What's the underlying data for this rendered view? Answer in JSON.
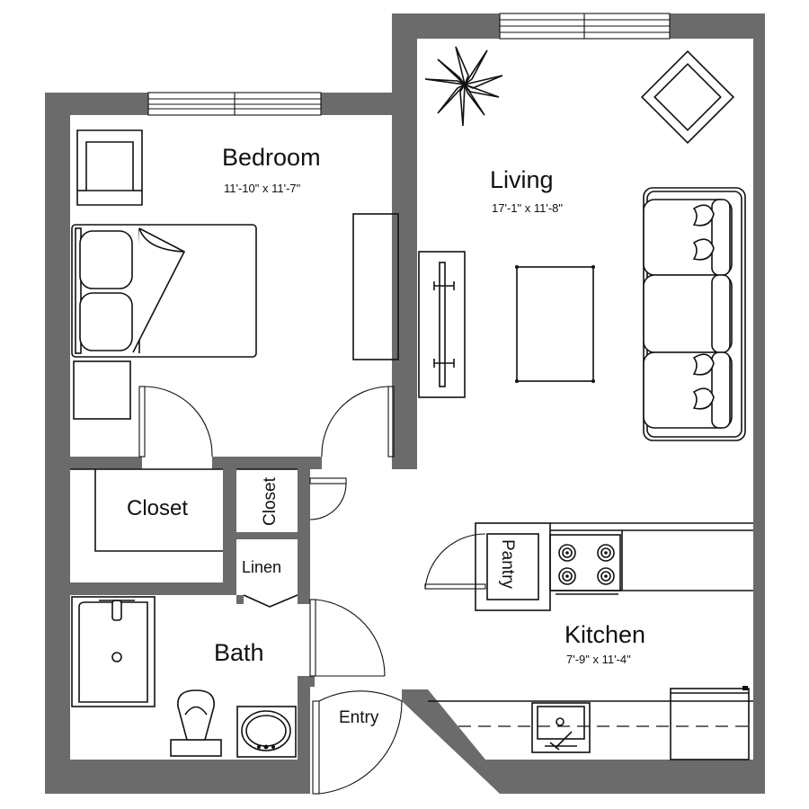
{
  "rooms": {
    "bedroom": {
      "name": "Bedroom",
      "dims": "11'-10\" x 11'-7\""
    },
    "living": {
      "name": "Living",
      "dims": "17'-1\" x 11'-8\""
    },
    "kitchen": {
      "name": "Kitchen",
      "dims": "7'-9\" x 11'-4\""
    },
    "bath": {
      "name": "Bath"
    },
    "closet_large": {
      "name": "Closet"
    },
    "closet_small": {
      "name": "Closet"
    },
    "linen": {
      "name": "Linen"
    },
    "pantry": {
      "name": "Pantry"
    },
    "entry": {
      "name": "Entry"
    }
  },
  "colors": {
    "wall": "#6b6b6b",
    "line": "#111111",
    "background": "#ffffff"
  }
}
